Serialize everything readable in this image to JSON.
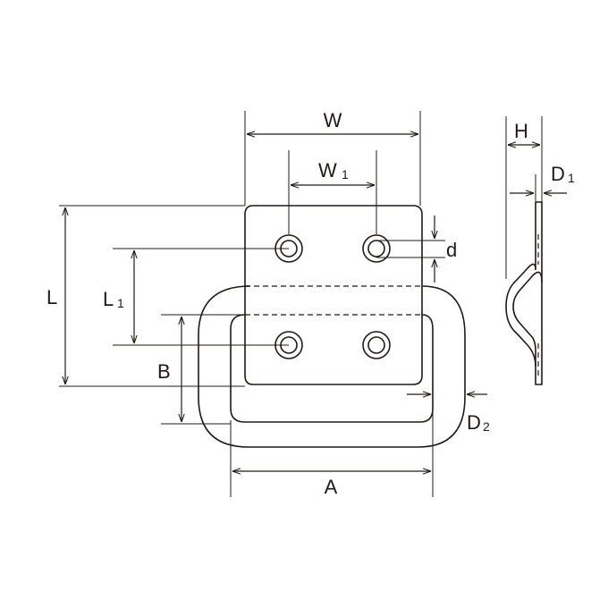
{
  "labels": {
    "W": "W",
    "W1": "W",
    "W1_sub": "1",
    "L": "L",
    "L1": "L",
    "L1_sub": "1",
    "B": "B",
    "A": "A",
    "d": "d",
    "H": "H",
    "D1": "D",
    "D1_sub": "1",
    "D2": "D",
    "D2_sub": "2"
  },
  "colors": {
    "line": "#231815",
    "background": "#ffffff"
  }
}
